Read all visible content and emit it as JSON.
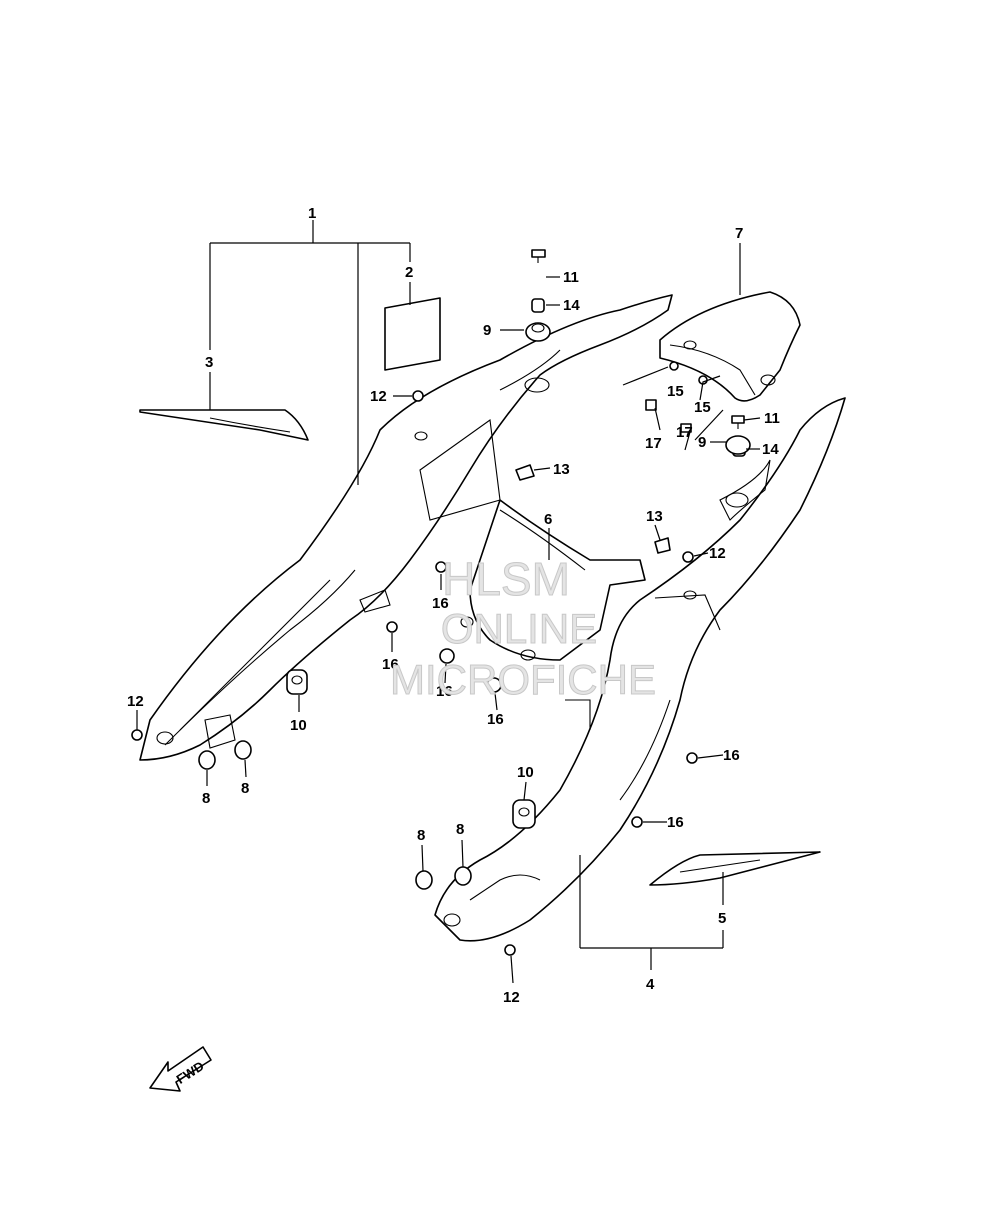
{
  "watermark": {
    "line1": "HLSM",
    "line2": "ONLINE",
    "line3": "MICROFICHE"
  },
  "fwd_label": "FWD",
  "callouts": {
    "c1": "1",
    "c2": "2",
    "c3": "3",
    "c4": "4",
    "c5": "5",
    "c6": "6",
    "c7": "7",
    "c8a": "8",
    "c8b": "8",
    "c8c": "8",
    "c8d": "8",
    "c9a": "9",
    "c9b": "9",
    "c10a": "10",
    "c10b": "10",
    "c11a": "11",
    "c11b": "11",
    "c12a": "12",
    "c12b": "12",
    "c12c": "12",
    "c12d": "12",
    "c13a": "13",
    "c13b": "13",
    "c14a": "14",
    "c14b": "14",
    "c15a": "15",
    "c15b": "15",
    "c16a": "16",
    "c16b": "16",
    "c16c": "16",
    "c16d": "16",
    "c16e": "16",
    "c16f": "16",
    "c17a": "17",
    "c17b": "17"
  }
}
